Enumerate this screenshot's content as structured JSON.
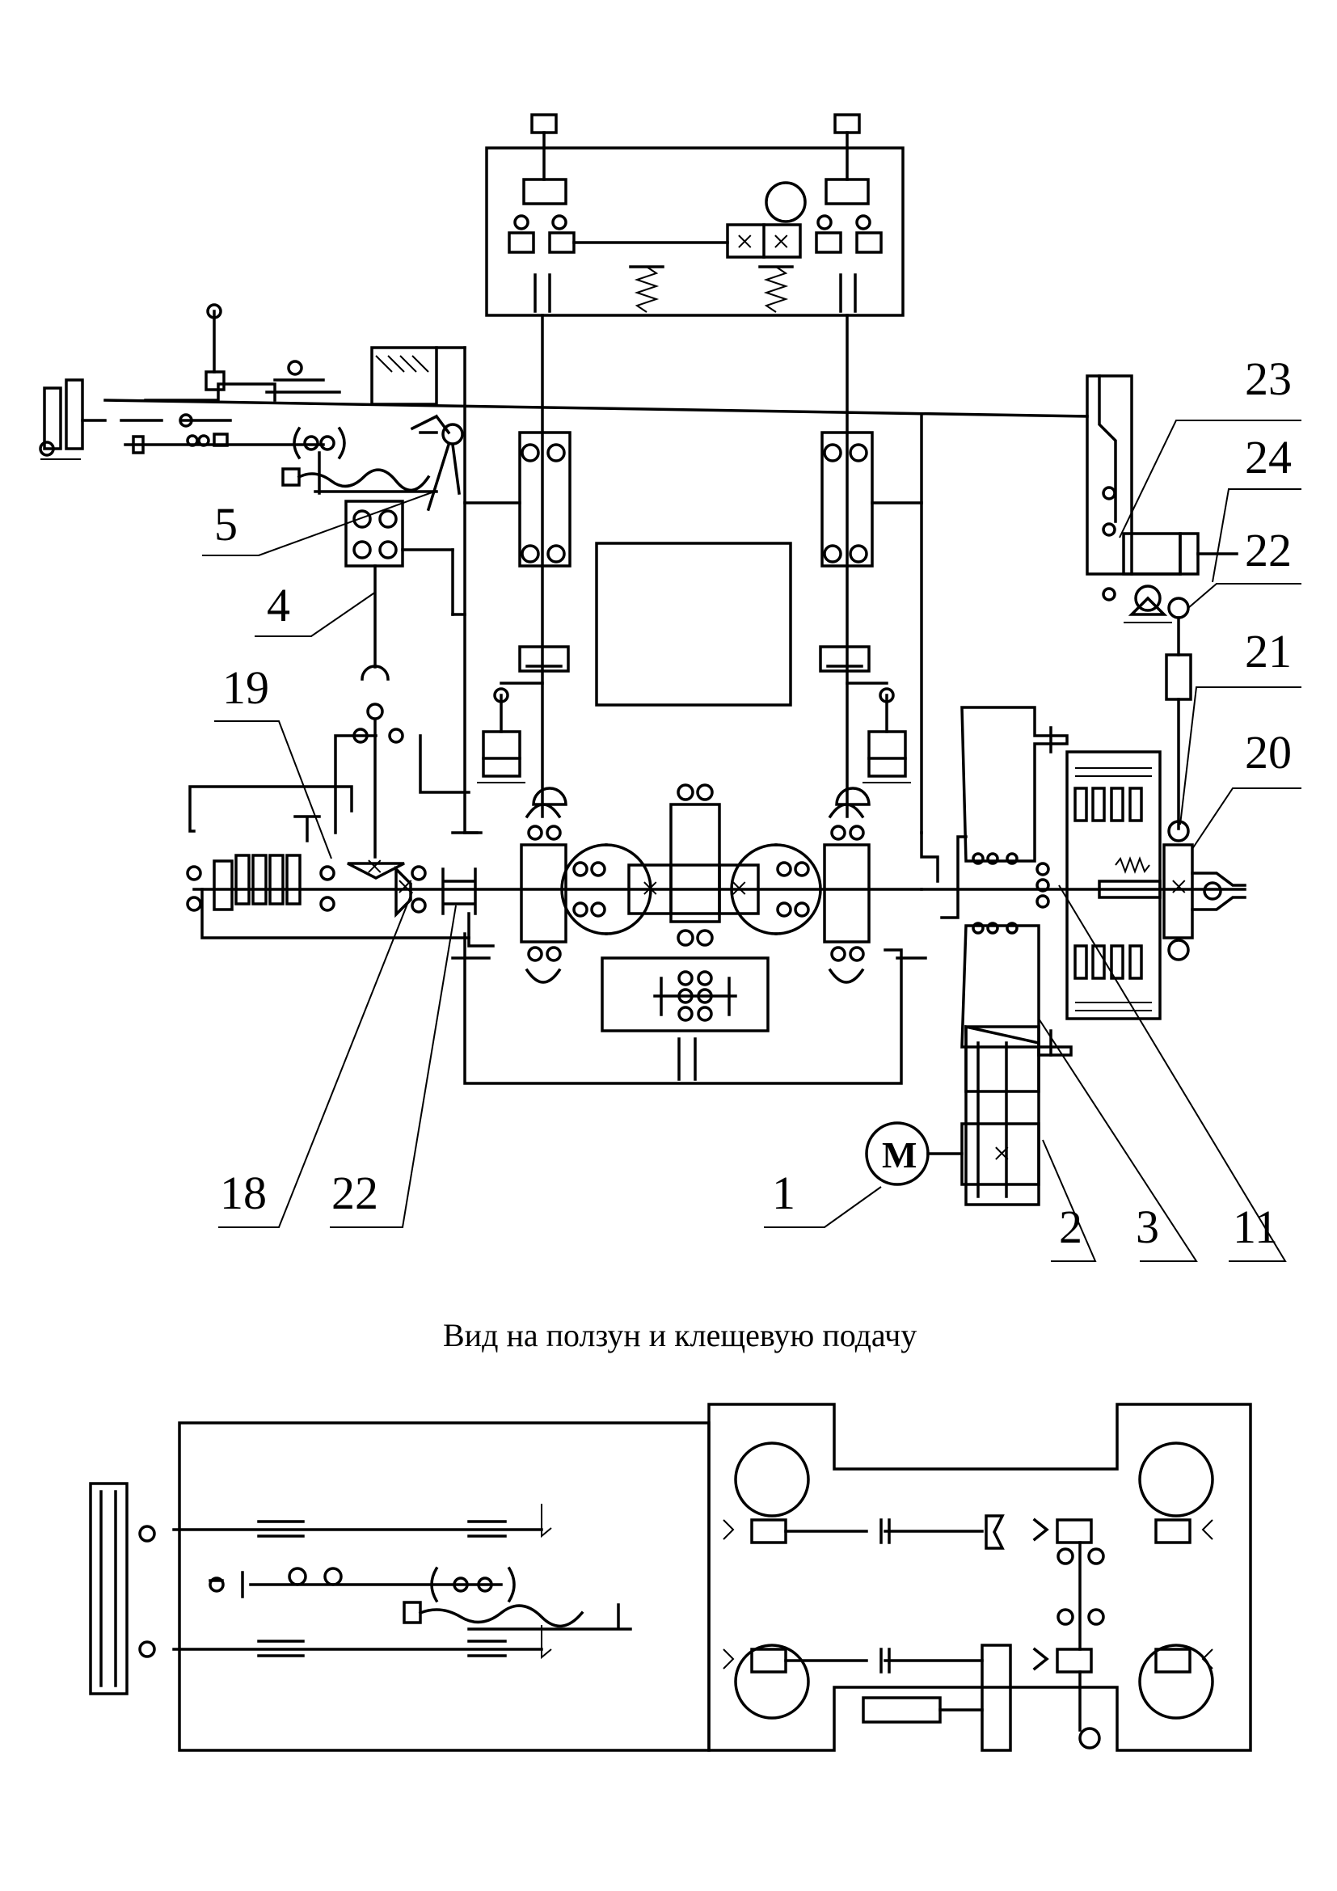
{
  "labels": {
    "l1": "1",
    "l2": "2",
    "l3": "3",
    "l4": "4",
    "l5": "5",
    "l11": "11",
    "l18": "18",
    "l19": "19",
    "l20": "20",
    "l21": "21",
    "l22a": "22",
    "l22b": "22",
    "l23": "23",
    "l24": "24"
  },
  "motor_symbol": "M",
  "caption": "Вид на ползун и клещевую подачу"
}
